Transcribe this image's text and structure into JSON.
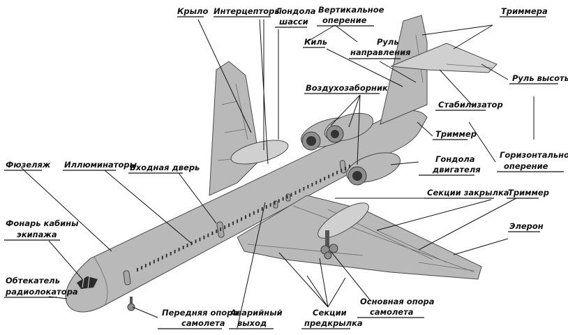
{
  "labels": {
    "krylo": "Крыло",
    "interceptory": "Интерцепторы",
    "gondola_shassi_1": "Гондола",
    "gondola_shassi_2": "шасси",
    "vert_operenie_1": "Вертикальное",
    "vert_operenie_2": "оперение",
    "kil": "Киль",
    "rul_napr_1": "Руль",
    "rul_napr_2": "направления",
    "trimmera": "Триммера",
    "rul_vysoty": "Руль высоты",
    "vozduhozabornik": "Воздухозаборник",
    "stabilizator": "Стабилизатор",
    "trimmer_tail": "Триммер",
    "gondola_dvig_1": "Гондола",
    "gondola_dvig_2": "двигателя",
    "horiz_operenie_1": "Горизонтальное",
    "horiz_operenie_2": "оперение",
    "fuzelyazh": "Фюзеляж",
    "illyuminatory": "Иллюминаторы",
    "vhodnaya_dver": "Входная дверь",
    "sekcii_zakrylka": "Секции закрылка",
    "trimmer_wing": "Триммер",
    "eleron": "Элерон",
    "fonar_1": "Фонарь кабины",
    "fonar_2": "экипажа",
    "obtekatel_1": "Обтекатель",
    "obtekatel_2": "радиолокатора",
    "perednyaya_1": "Передняя опора",
    "perednyaya_2": "самолета",
    "avariyny_1": "Аварийный",
    "avariyny_2": "выход",
    "sekcii_predkr_1": "Секции",
    "sekcii_predkr_2": "предкрылка",
    "osnovnaya_1": "Основная опора",
    "osnovnaya_2": "самолета"
  },
  "colors": {
    "fuselage": "#b9b9b9",
    "shadow": "#8f8f8f",
    "line": "#111111"
  }
}
